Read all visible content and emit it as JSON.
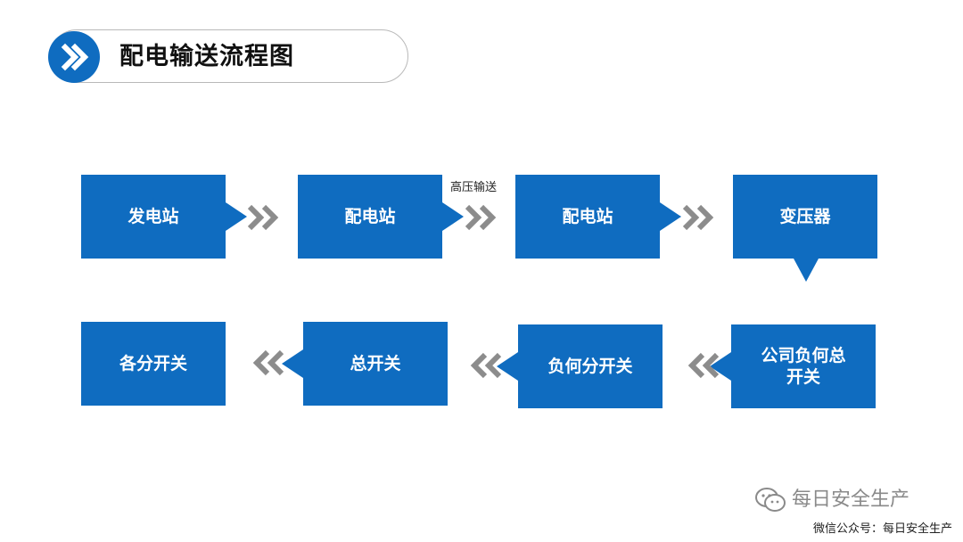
{
  "header": {
    "title": "配电输送流程图",
    "icon": "double-chevron-right-icon",
    "accent_color": "#0f6cc0"
  },
  "flow": {
    "row1": [
      {
        "label": "发电站"
      },
      {
        "label": "配电站"
      },
      {
        "label": "配电站"
      },
      {
        "label": "变压器"
      }
    ],
    "row2": [
      {
        "label": "公司负何总\n开关"
      },
      {
        "label": "负何分开关"
      },
      {
        "label": "总开关"
      },
      {
        "label": "各分开关"
      }
    ],
    "edge_label": "高压输送",
    "box_color": "#0f6cc0",
    "arrow_color": "#8c8c8c"
  },
  "watermark": {
    "account_name": "每日安全生产",
    "account_caption": "微信公众号：每日安全生产",
    "icon": "wechat-icon"
  }
}
